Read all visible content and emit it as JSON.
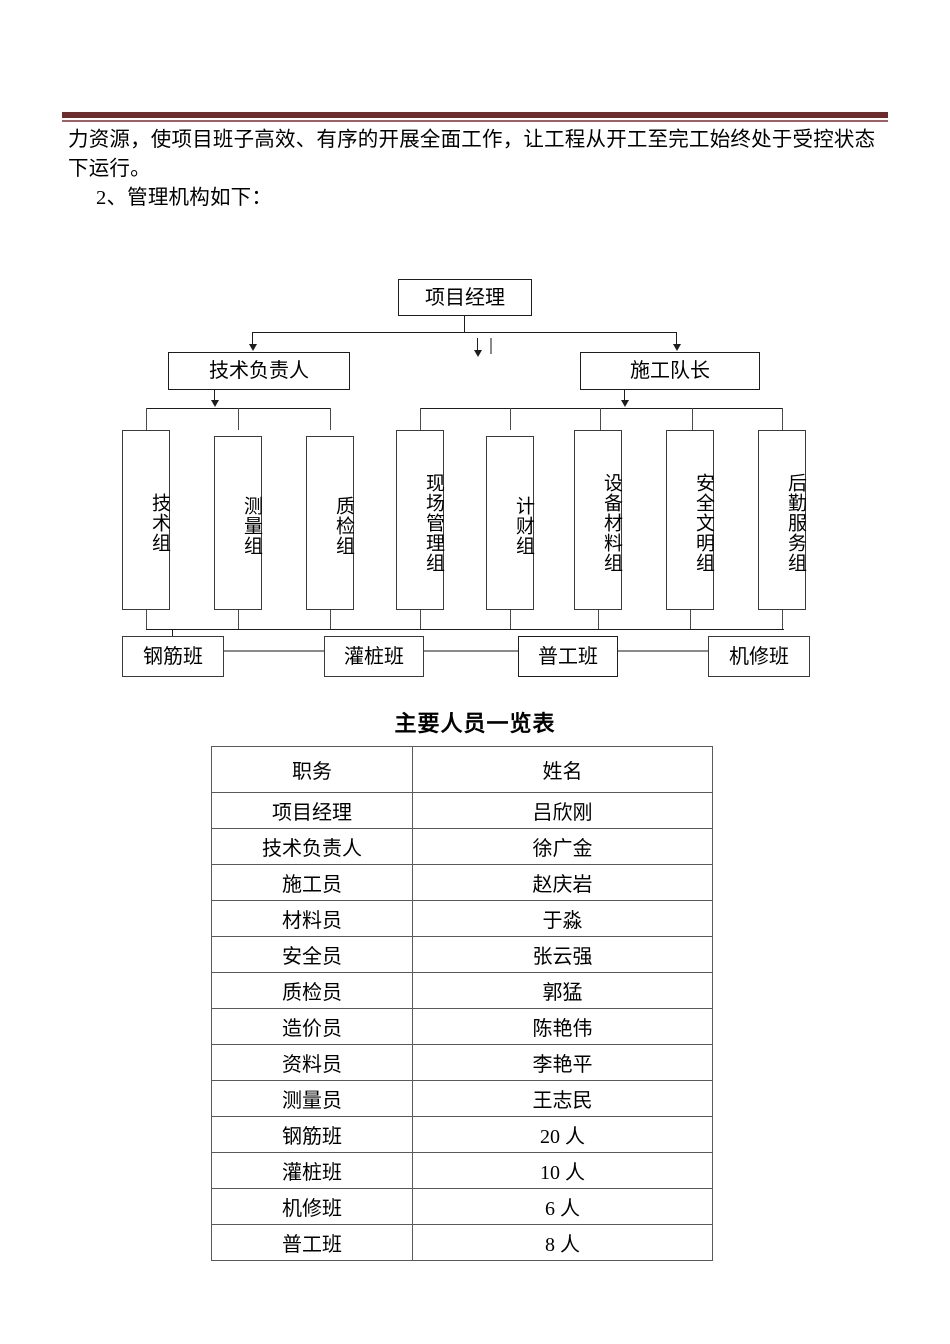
{
  "document": {
    "header_rule_color": "#6e2b2b",
    "header_rule_accent_color": "#a35f5f",
    "paragraphs": [
      "力资源，使项目班子高效、有序的开展全面工作，让工程从开工至完工始终处于受控状态下运行。",
      "2、管理机构如下："
    ]
  },
  "org_chart": {
    "level1": {
      "label": "项目经理"
    },
    "level2": [
      {
        "label": "技术负责人"
      },
      {
        "label": "施工队长"
      }
    ],
    "level3_left": [
      {
        "label": "技术组"
      },
      {
        "label": "测量组"
      },
      {
        "label": "质检组"
      }
    ],
    "level3_right": [
      {
        "label": "现场管理组"
      },
      {
        "label": "计财组"
      },
      {
        "label": "设备材料组"
      },
      {
        "label": "安全文明组"
      },
      {
        "label": "后勤服务组"
      }
    ],
    "level4": [
      {
        "label": "钢筋班"
      },
      {
        "label": "灌桩班"
      },
      {
        "label": "普工班"
      },
      {
        "label": "机修班"
      }
    ]
  },
  "table": {
    "title": "主要人员一览表",
    "headers": [
      "职务",
      "姓名"
    ],
    "rows": [
      [
        "项目经理",
        "吕欣刚"
      ],
      [
        "技术负责人",
        "徐广金"
      ],
      [
        "施工员",
        "赵庆岩"
      ],
      [
        "材料员",
        "于淼"
      ],
      [
        "安全员",
        "张云强"
      ],
      [
        "质检员",
        "郭猛"
      ],
      [
        "造价员",
        "陈艳伟"
      ],
      [
        "资料员",
        "李艳平"
      ],
      [
        "测量员",
        "王志民"
      ],
      [
        "钢筋班",
        "20 人"
      ],
      [
        "灌桩班",
        "10 人"
      ],
      [
        "机修班",
        "6 人"
      ],
      [
        "普工班",
        "8 人"
      ]
    ]
  }
}
